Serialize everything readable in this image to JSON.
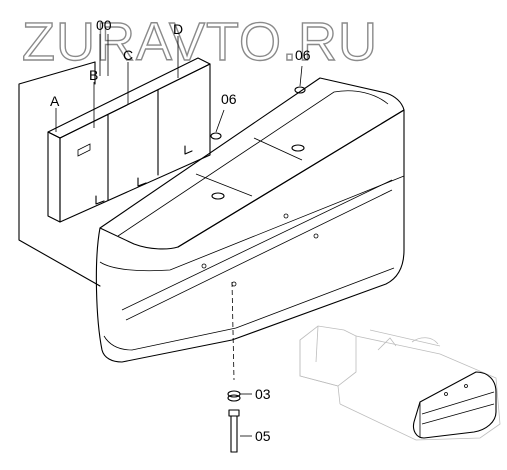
{
  "watermark": "ZURAVTO.RU",
  "labels": {
    "a": "A",
    "b": "B",
    "c": "C",
    "d": "D",
    "p00": "00",
    "p06_top": "06",
    "p06_mid": "06",
    "p03": "03",
    "p05": "05"
  }
}
